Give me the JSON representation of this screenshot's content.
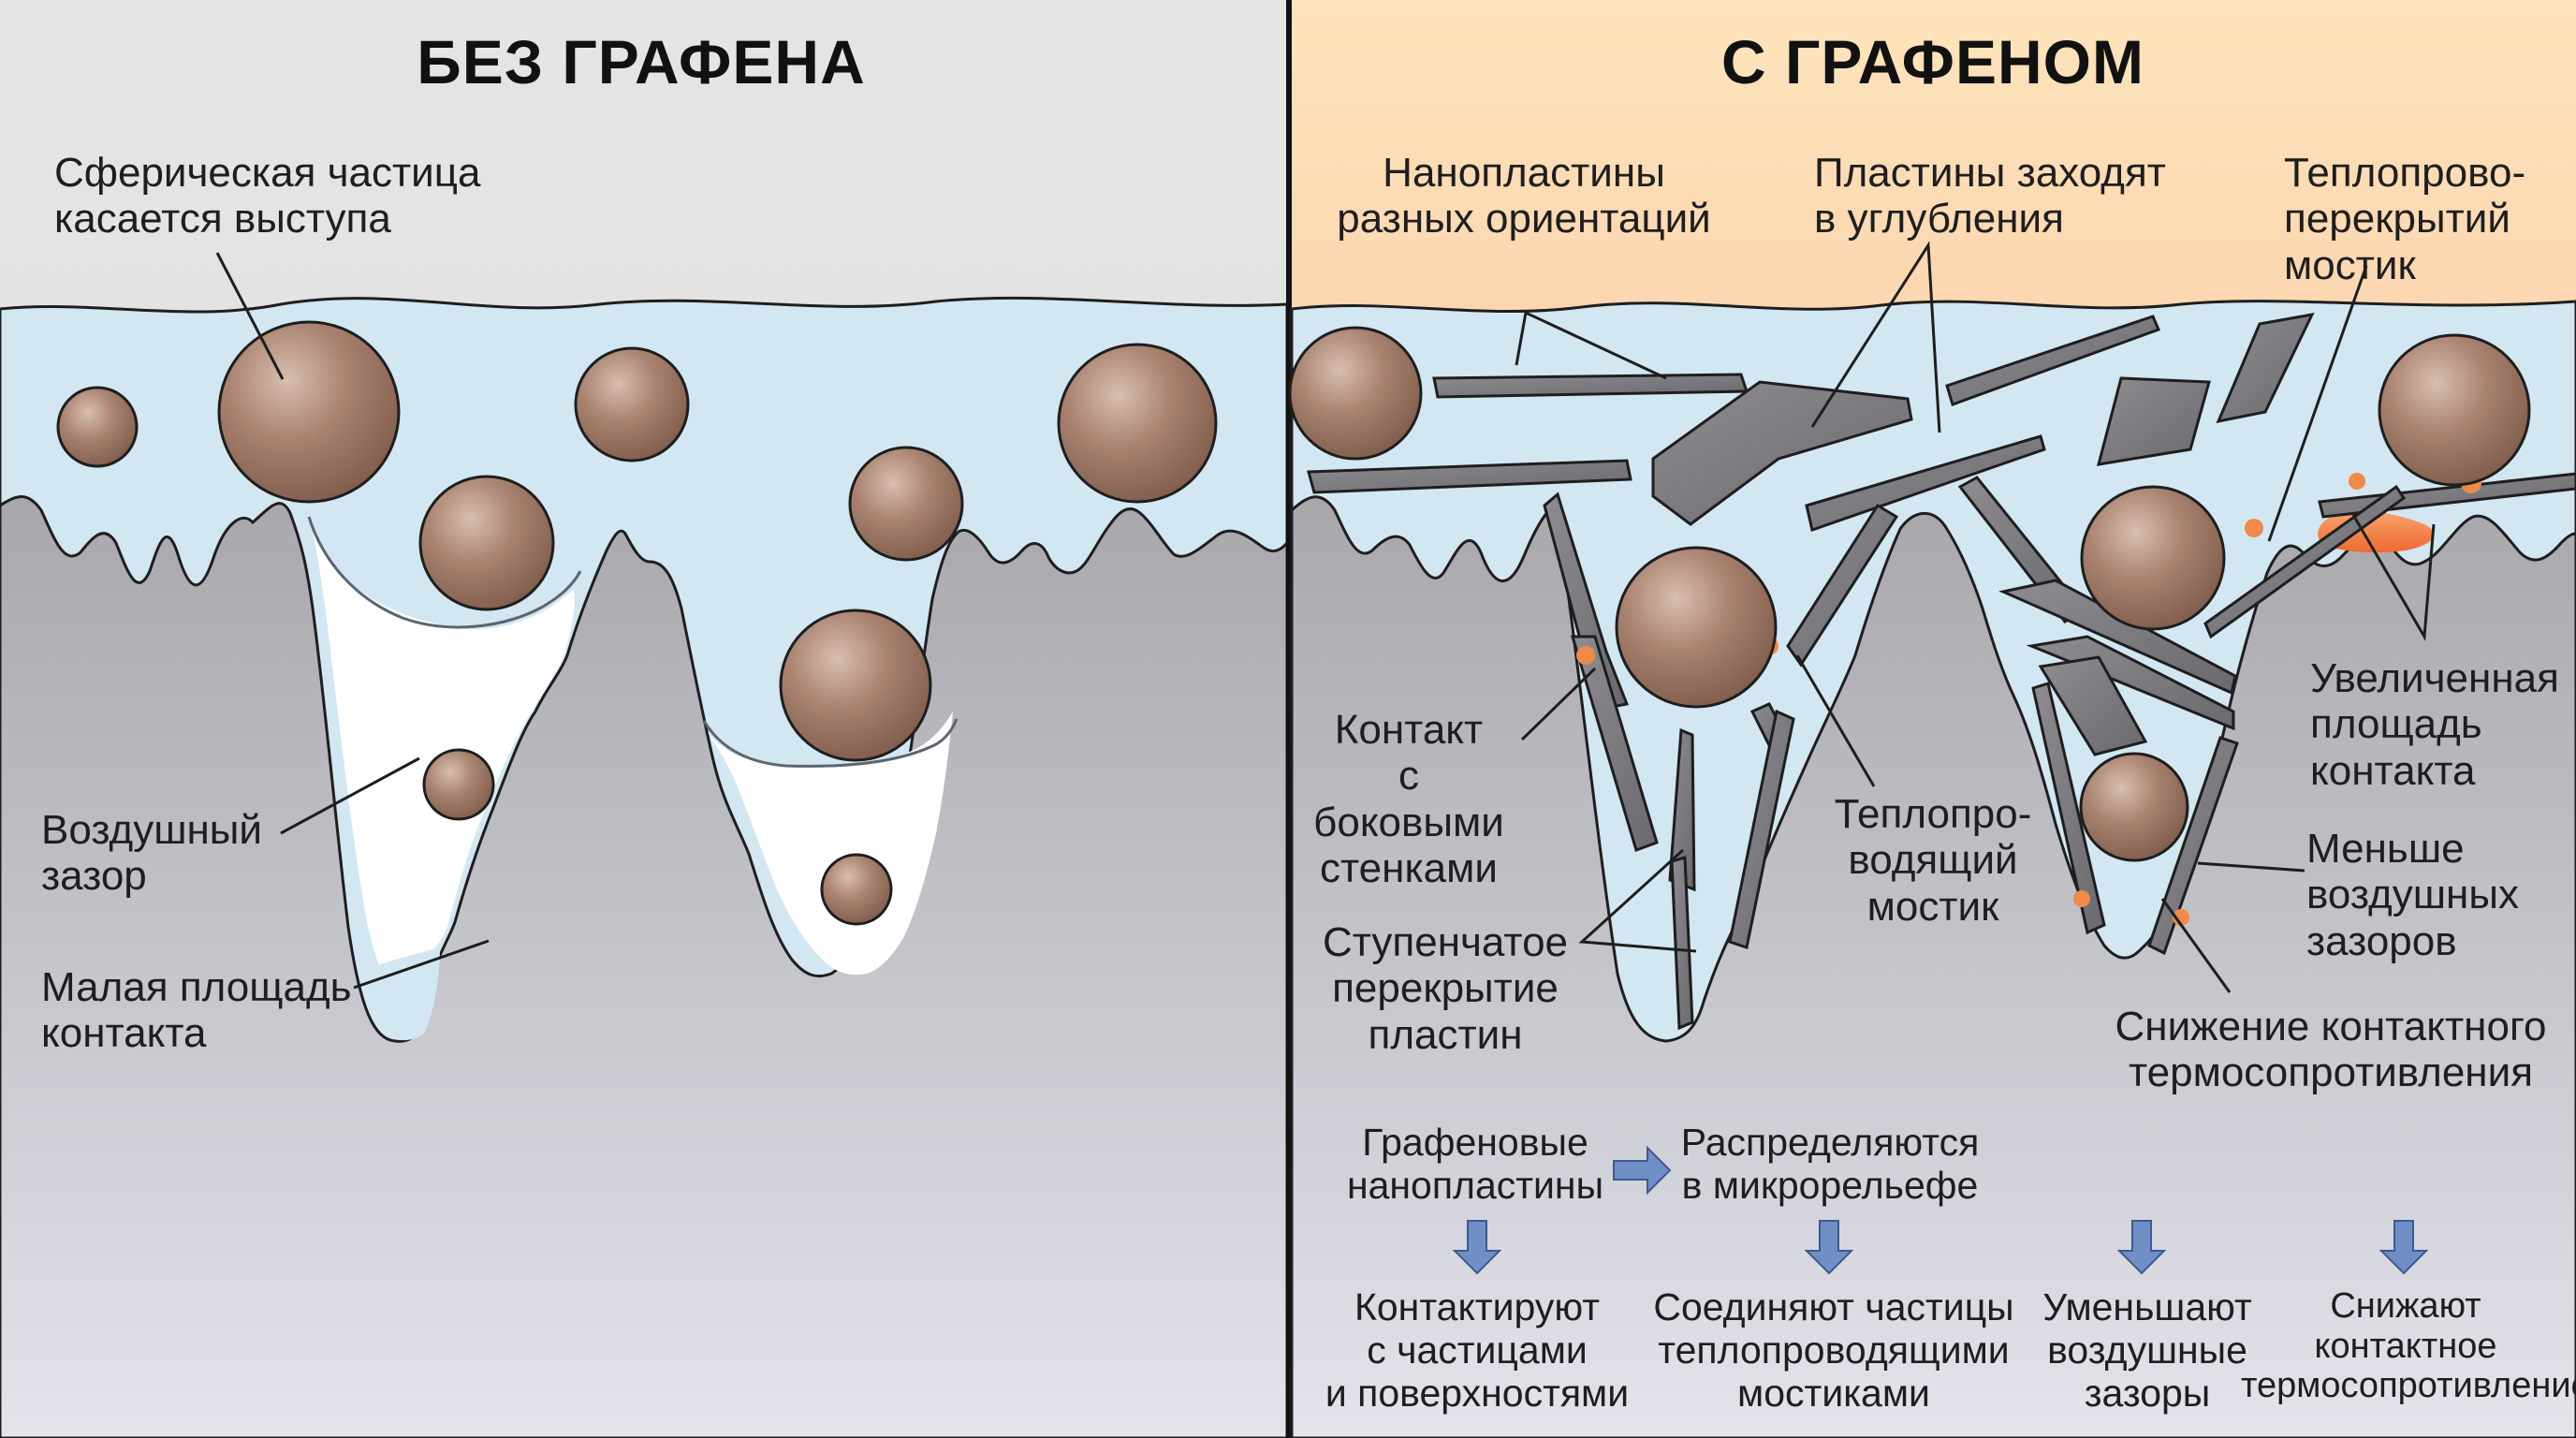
{
  "left_panel": {
    "title": "БЕЗ ГРАФЕНА",
    "labels": {
      "sphere_touch": "Сферическая частица\nкасается выступа",
      "air_gap": "Воздушный\nзазор",
      "small_contact": "Малая площадь\nконтакта"
    }
  },
  "right_panel": {
    "title": "С ГРАФЕНОМ",
    "labels": {
      "nanoplates_orient": "Нанопластины\nразных ориентаций",
      "plates_enter": "Пластины заходят\nв углубления",
      "bridge_top": "Теплопрово-\nперекрытий\nмостик",
      "side_contact": "Контакт\nс боковыми\nстенками",
      "bridge_mid": "Теплопро-\nводящий\nмостик",
      "increased_area": "Увеличенная\nплощадь\nконтакта",
      "fewer_gaps": "Меньше\nвоздушных\nзазоров",
      "step_overlap": "Ступенчатое\nперекрытие\nпластин",
      "reduced_resistance": "Снижение контактного\nтермосопротивления"
    },
    "flow": {
      "graphene_nanoplates": "Графеновые\nнанопластины",
      "distributed": "Распределяются\nв микрорельефе",
      "contact_particles": "Контактируют\nс частицами\nи поверхностями",
      "connect_particles": "Соединяют частицы\nтеплопроводящими\nмостиками",
      "reduce_gaps": "Уменьшают\nвоздушные\nзазоры",
      "reduce_resistance": "Снижают\nконтактное\nтермосопротивление"
    }
  },
  "colors": {
    "paste": "#d3e7f2",
    "substrate_top": "#a7a7ac",
    "substrate_bottom": "#e3e4ec",
    "particle": "#a47c68",
    "plate": "#7c7c80",
    "heat_bridge": "#f08a4b",
    "arrow": "#6f8fc6",
    "heater_top": "#fde4bc",
    "heater_bottom": "#f7a486"
  }
}
